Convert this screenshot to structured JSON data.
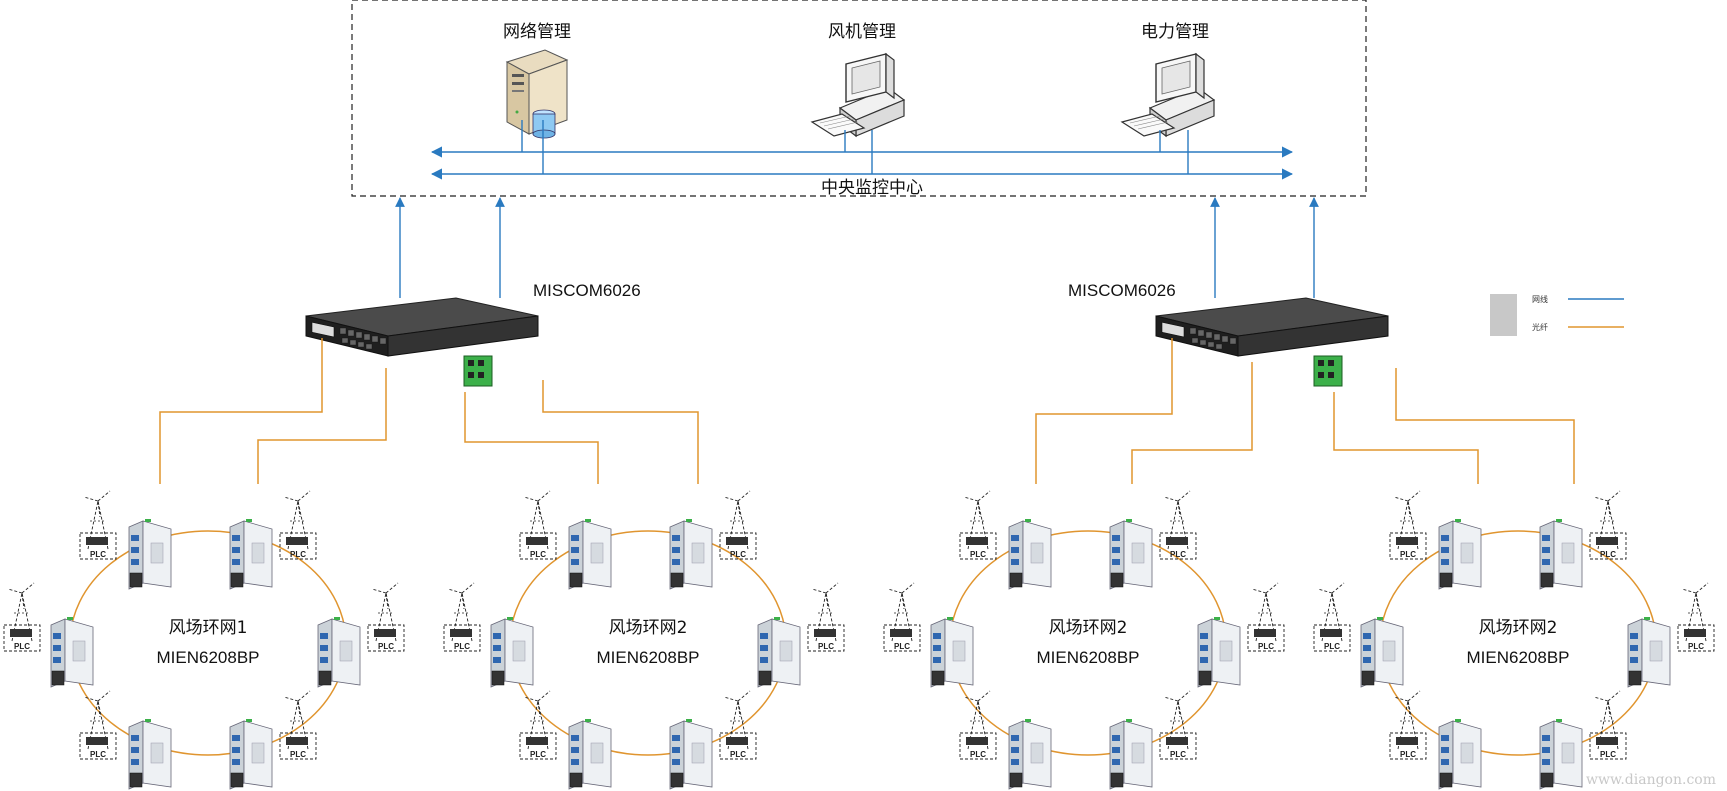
{
  "central": {
    "title": "中央监控中心",
    "stations": [
      {
        "label": "网络管理",
        "icon": "server-icon"
      },
      {
        "label": "风机管理",
        "icon": "workstation-icon"
      },
      {
        "label": "电力管理",
        "icon": "workstation-icon"
      }
    ]
  },
  "switches": [
    {
      "model": "MISCOM6026",
      "icon": "rack-switch-icon"
    },
    {
      "model": "MISCOM6026",
      "icon": "rack-switch-icon"
    }
  ],
  "rings": [
    {
      "name": "风场环网1",
      "model": "MIEN6208BP"
    },
    {
      "name": "风场环网2",
      "model": "MIEN6208BP"
    },
    {
      "name": "风场环网2",
      "model": "MIEN6208BP"
    },
    {
      "name": "风场环网2",
      "model": "MIEN6208BP"
    }
  ],
  "ring_node_label": "PLC",
  "legend": {
    "items": [
      {
        "label": "网线",
        "color": "#2a7ac0"
      },
      {
        "label": "光纤",
        "color": "#e0952f"
      }
    ]
  },
  "watermark": "www.diangon.com",
  "colors": {
    "ethernet": "#2a7ac0",
    "fiber": "#e0952f"
  }
}
